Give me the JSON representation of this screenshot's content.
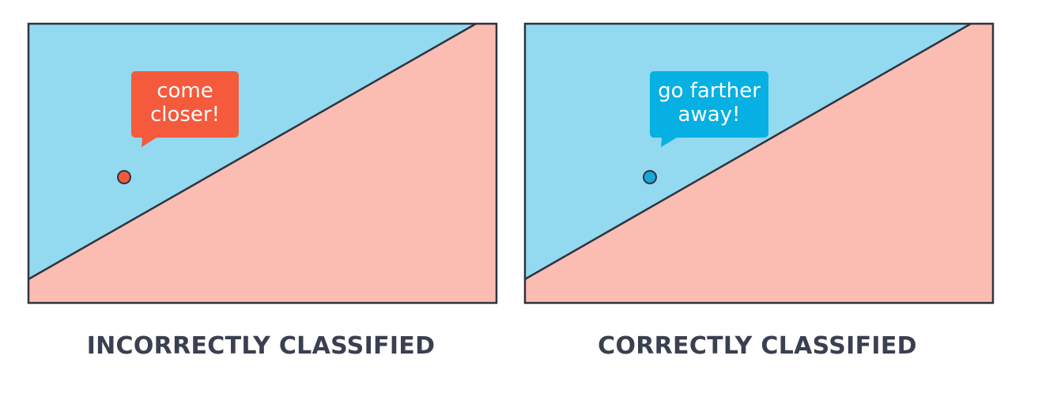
{
  "colors": {
    "region_above": "#93d9ef",
    "region_below": "#fbbcb2",
    "border": "#2e3440",
    "point_incorrect": "#f0593e",
    "point_correct": "#1aa6d8",
    "bubble_incorrect": "#f55a3c",
    "bubble_correct": "#06b0e3",
    "caption": "#3a4050"
  },
  "panels": [
    {
      "id": "incorrect",
      "bubble_lines": [
        "come",
        "closer!"
      ],
      "caption": "INCORRECTLY CLASSIFIED"
    },
    {
      "id": "correct",
      "bubble_lines": [
        "go farther",
        "away!"
      ],
      "caption": "CORRECTLY CLASSIFIED"
    }
  ]
}
